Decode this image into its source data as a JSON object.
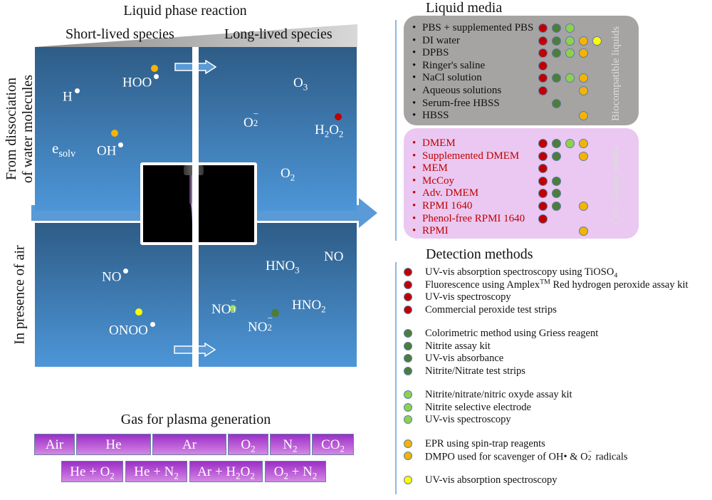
{
  "colors": {
    "h2o2_red": "#c00000",
    "nitrite_dark_green": "#4e7c3a",
    "nitrate_light_green": "#8fd14f",
    "radical_orange": "#f5b400",
    "onoo_yellow": "#ffff00",
    "panel_blue_top": "#2e5c86",
    "panel_blue_bottom": "#4d96d8",
    "biocompatible_box": "#a6a3a3",
    "cell_culture_box": "#eac8f1",
    "cell_culture_text": "#c00000",
    "gas_purple": "#9b2fc6"
  },
  "liquid_phase": {
    "title": "Liquid phase reaction",
    "short_lived": "Short-lived species",
    "long_lived": "Long-lived species",
    "row_labels": {
      "water_line1": "From dissociation",
      "water_line2": "of water molecules",
      "air": "In presence of air"
    },
    "species": {
      "H": "H",
      "HOO": "HOO",
      "e": "e",
      "e_sub": "solv",
      "OH": "OH",
      "O3": "O",
      "O3_sub": "3",
      "O2minus": "O",
      "O2minus_sub": "2",
      "O2minus_sup": "−",
      "H2O2_a": "H",
      "H2O2_sub1": "2",
      "H2O2_b": "O",
      "H2O2_sub2": "2",
      "O2": "O",
      "O2_sub": "2",
      "NO_left": "NO",
      "ONOO": "ONOO",
      "HNO3": "HNO",
      "HNO3_sub": "3",
      "NO_right": "NO",
      "NO3minus": "NO",
      "NO3_sub": "3",
      "NO3_sup": "−",
      "HNO2": "HNO",
      "HNO2_sub": "2",
      "NO2minus": "NO",
      "NO2_sub": "2",
      "NO2_sup": "−"
    }
  },
  "gas": {
    "title": "Gas for plasma generation",
    "row1": [
      {
        "main": "Air",
        "sub": "",
        "tail": ""
      },
      {
        "main": "He",
        "sub": "",
        "tail": ""
      },
      {
        "main": "Ar",
        "sub": "",
        "tail": ""
      },
      {
        "main": "O",
        "sub": "2",
        "tail": ""
      },
      {
        "main": "N",
        "sub": "2",
        "tail": ""
      },
      {
        "main": "CO",
        "sub": "2",
        "tail": ""
      }
    ],
    "row2": [
      {
        "a": "He + O",
        "a_sub": "2",
        "b": "",
        "b_sub": ""
      },
      {
        "a": "He + N",
        "a_sub": "2",
        "b": "",
        "b_sub": ""
      },
      {
        "a": "Ar + H",
        "a_sub": "2",
        "b": "O",
        "b_sub": "2"
      },
      {
        "a": "O",
        "a_sub": "2",
        "b": " + N",
        "b_sub": "2"
      }
    ]
  },
  "liquid_media": {
    "title": "Liquid media",
    "biocompatible_label": "Biocompatible liquids",
    "cell_culture_label": "Cell culture media",
    "bullet": "•",
    "biocompatible": [
      {
        "name": "PBS + supplemented PBS",
        "methods": [
          "red",
          "dkgreen",
          "ltgreen"
        ]
      },
      {
        "name": "DI water",
        "methods": [
          "red",
          "dkgreen",
          "ltgreen",
          "orange",
          "yellow"
        ]
      },
      {
        "name": "DPBS",
        "methods": [
          "red",
          "dkgreen",
          "ltgreen",
          "orange"
        ]
      },
      {
        "name": "Ringer's saline",
        "methods": [
          "red"
        ]
      },
      {
        "name": "NaCl solution",
        "methods": [
          "red",
          "dkgreen",
          "ltgreen",
          "orange"
        ]
      },
      {
        "name": "Aqueous solutions",
        "methods": [
          "red",
          "orange"
        ]
      },
      {
        "name": "Serum-free HBSS",
        "methods": [
          "dkgreen"
        ]
      },
      {
        "name": "HBSS",
        "methods": [
          "orange"
        ]
      }
    ],
    "cell_culture": [
      {
        "name": "DMEM",
        "methods": [
          "red",
          "dkgreen",
          "ltgreen",
          "orange"
        ]
      },
      {
        "name": "Supplemented DMEM",
        "methods": [
          "red",
          "dkgreen",
          "orange"
        ]
      },
      {
        "name": "MEM",
        "methods": [
          "red"
        ]
      },
      {
        "name": "McCoy",
        "methods": [
          "red",
          "dkgreen"
        ]
      },
      {
        "name": "Adv. DMEM",
        "methods": [
          "red",
          "dkgreen"
        ]
      },
      {
        "name": "RPMI 1640",
        "methods": [
          "red",
          "dkgreen",
          "orange"
        ]
      },
      {
        "name": "Phenol-free RPMI 1640",
        "methods": [
          "red"
        ]
      },
      {
        "name": "RPMI",
        "methods": [
          "orange"
        ]
      }
    ]
  },
  "detection": {
    "title": "Detection methods",
    "groups": [
      {
        "color": "red",
        "items": [
          {
            "text": "UV-vis absorption spectroscopy using TiOSO",
            "sub": "4",
            "sup": "",
            "tail": ""
          },
          {
            "text": "Fluorescence using Amplex",
            "sub": "",
            "sup": "TM",
            "tail": " Red hydrogen peroxide assay kit"
          },
          {
            "text": "UV-vis spectroscopy",
            "sub": "",
            "sup": "",
            "tail": ""
          },
          {
            "text": "Commercial peroxide test strips",
            "sub": "",
            "sup": "",
            "tail": ""
          }
        ]
      },
      {
        "color": "dkgreen",
        "items": [
          {
            "text": "Colorimetric method using Griess reagent",
            "sub": "",
            "sup": "",
            "tail": ""
          },
          {
            "text": "Nitrite assay kit",
            "sub": "",
            "sup": "",
            "tail": ""
          },
          {
            "text": "UV-vis absorbance",
            "sub": "",
            "sup": "",
            "tail": ""
          },
          {
            "text": "Nitrite/Nitrate test strips",
            "sub": "",
            "sup": "",
            "tail": ""
          }
        ]
      },
      {
        "color": "ltgreen",
        "items": [
          {
            "text": "Nitrite/nitrate/nitric oxyde assay kit",
            "sub": "",
            "sup": "",
            "tail": ""
          },
          {
            "text": "Nitrite selective electrode",
            "sub": "",
            "sup": "",
            "tail": ""
          },
          {
            "text": "UV-vis spectroscopy",
            "sub": "",
            "sup": "",
            "tail": ""
          }
        ]
      },
      {
        "color": "orange",
        "items": [
          {
            "text": "EPR using spin-trap reagents",
            "sub": "",
            "sup": "",
            "tail": ""
          },
          {
            "text": "DMPO used for scavenger of OH• & O",
            "sub": "2",
            "sup": "−",
            "tail": " radicals"
          }
        ]
      },
      {
        "color": "yellow",
        "items": [
          {
            "text": "UV-vis absorption spectroscopy",
            "sub": "",
            "sup": "",
            "tail": ""
          }
        ]
      }
    ]
  }
}
